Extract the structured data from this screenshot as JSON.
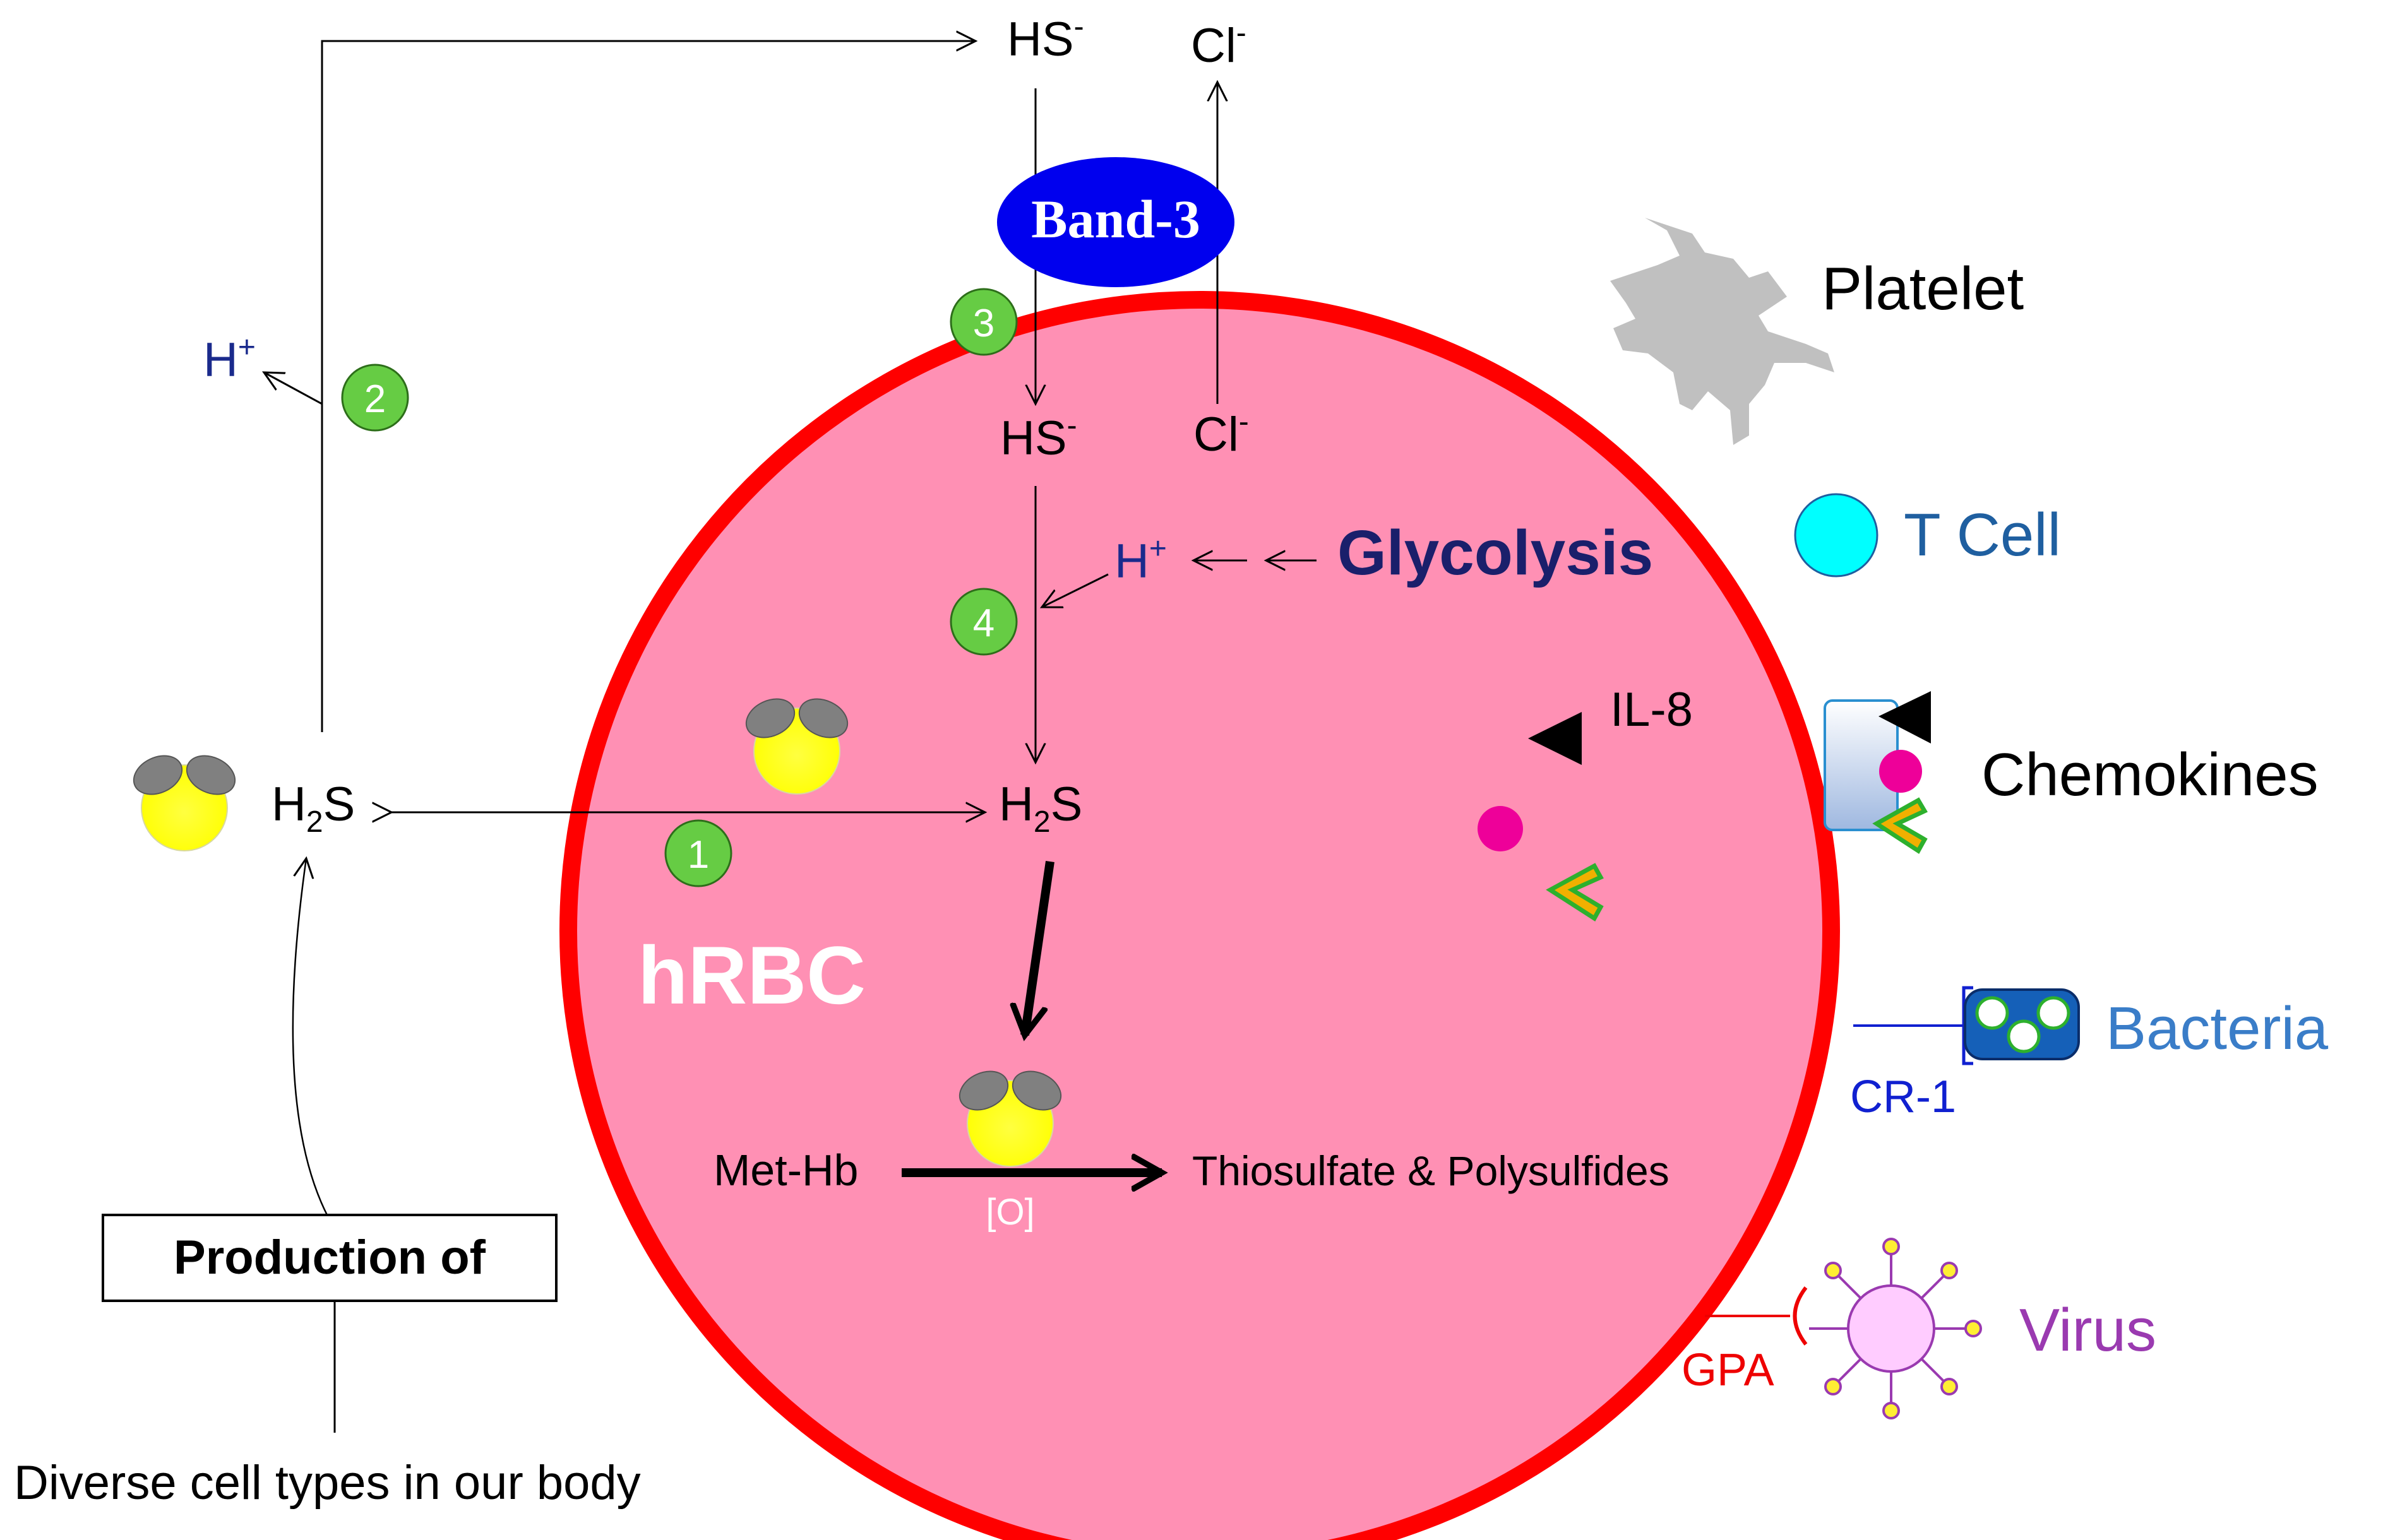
{
  "species": {
    "hs_top": "HS",
    "hs_top_sup": "-",
    "cl_top": "Cl",
    "cl_top_sup": "-",
    "hs_inner": "HS",
    "hs_inner_sup": "-",
    "cl_inner": "Cl",
    "cl_inner_sup": "-",
    "h_left": "H",
    "h_left_sup": "+",
    "h_inner": "H",
    "h_inner_sup": "+",
    "h2s_left_a": "H",
    "h2s_left_sub": "2",
    "h2s_left_b": "S",
    "h2s_inner_a": "H",
    "h2s_inner_sub": "2",
    "h2s_inner_b": "S"
  },
  "labels": {
    "band3": "Band-3",
    "glycolysis": "Glycolysis",
    "hrbc": "hRBC",
    "met_hb": "Met-Hb",
    "oxidation": "[O]",
    "products": "Thiosulfate & Polysulfides",
    "il8": "IL-8",
    "production_box": "Production of",
    "diverse_cells": "Diverse cell types in our body"
  },
  "steps": [
    "1",
    "2",
    "3",
    "4"
  ],
  "cells": {
    "platelet": "Platelet",
    "t_cell": "T Cell",
    "chemokines": "Chemokines",
    "bacteria": "Bacteria",
    "cr1": "CR-1",
    "virus": "Virus",
    "gpa": "GPA"
  },
  "colors": {
    "rbc_fill": "#ff90b4",
    "rbc_border": "#ff0000",
    "band3": "#0000ee",
    "step_badge": "#66cc44",
    "glycolysis": "#1a1f6b",
    "h_plus": "#1a2a8c",
    "t_cell": "#00ffff",
    "t_cell_text": "#1f5fa0",
    "bacteria_text": "#3a7dc8",
    "virus_text": "#9a3ab0",
    "gpa_text": "#ee0000",
    "cr1_text": "#1020d0",
    "platelet": "#c0c0c0",
    "chemokine_dot": "#ee0099"
  }
}
